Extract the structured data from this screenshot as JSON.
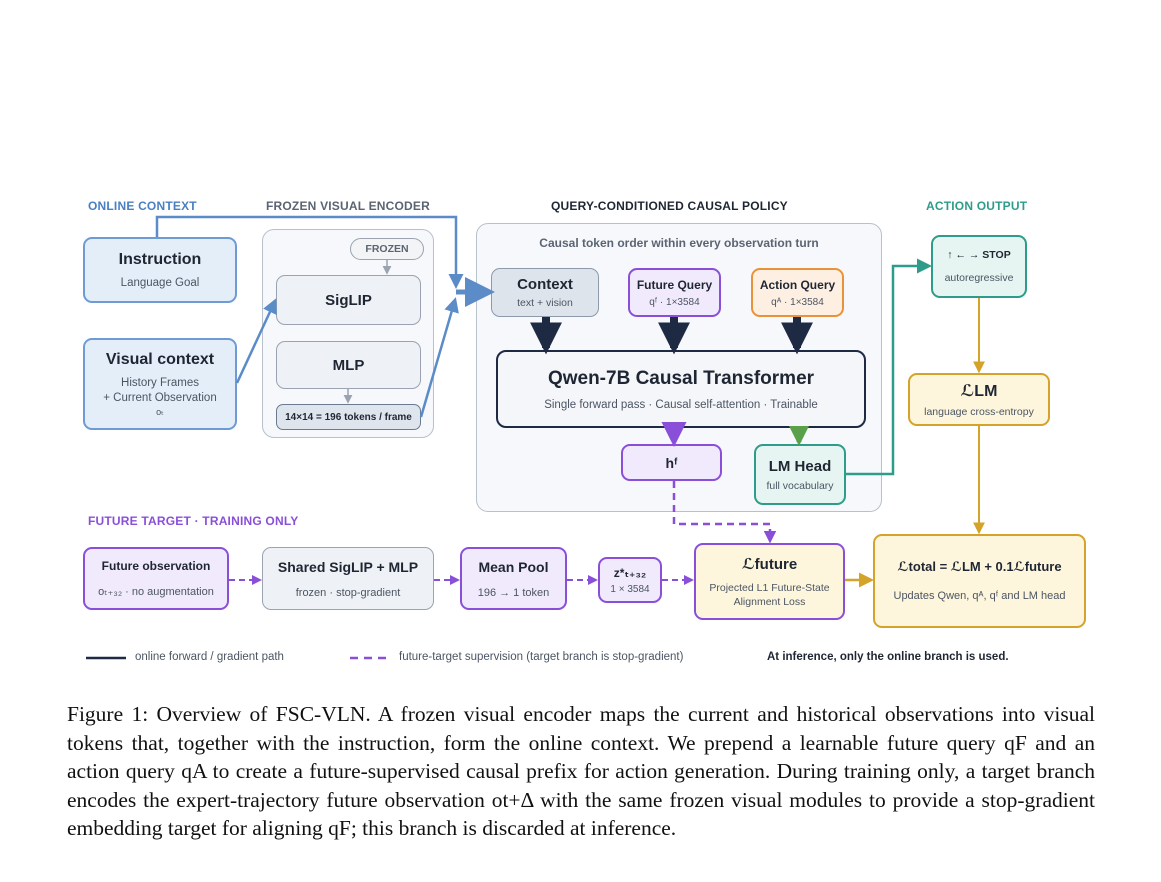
{
  "sections": {
    "online_context": "ONLINE CONTEXT",
    "frozen_encoder": "FROZEN VISUAL ENCODER",
    "policy": "QUERY-CONDITIONED CAUSAL POLICY",
    "action_output": "ACTION OUTPUT",
    "future_target": "FUTURE TARGET · TRAINING ONLY"
  },
  "nodes": {
    "instruction": {
      "title": "Instruction",
      "sub": "Language Goal"
    },
    "visual_context": {
      "title": "Visual context",
      "sub1": "History Frames",
      "sub2": "+ Current Observation",
      "sub3": "oₜ"
    },
    "frozen_badge": "FROZEN",
    "siglip": "SigLIP",
    "mlp": "MLP",
    "tokens": "14×14 = 196 tokens / frame",
    "policy_note": "Causal token order within every observation turn",
    "context": {
      "title": "Context",
      "sub": "text + vision"
    },
    "future_query": {
      "title": "Future Query",
      "sub": "qᶠ · 1×3584"
    },
    "action_query": {
      "title": "Action Query",
      "sub": "qᴬ · 1×3584"
    },
    "qwen": {
      "title": "Qwen-7B Causal Transformer",
      "sub": "Single forward pass · Causal self-attention · Trainable"
    },
    "hf": "hᶠ",
    "lm_head": {
      "title": "LM Head",
      "sub": "full vocabulary"
    },
    "action": {
      "title": "↑ ← → STOP",
      "sub": "autoregressive"
    },
    "llm_loss": {
      "title": "ℒLM",
      "sub": "language cross-entropy"
    },
    "future_obs": {
      "title": "Future observation",
      "sub": "oₜ₊₃₂ · no augmentation"
    },
    "shared_siglip": {
      "title": "Shared SigLIP + MLP",
      "sub": "frozen · stop-gradient"
    },
    "mean_pool": {
      "title": "Mean Pool",
      "sub": "196 → 1 token"
    },
    "zstar": {
      "title": "z*ₜ₊₃₂",
      "sub": "1 × 3584"
    },
    "lfuture": {
      "title": "ℒfuture",
      "sub": "Projected L1 Future-State Alignment Loss"
    },
    "ltotal": {
      "title": "ℒtotal = ℒLM + 0.1ℒfuture",
      "sub": "Updates Qwen, qᴬ, qᶠ and LM head"
    }
  },
  "legend": {
    "solid": "online forward / gradient path",
    "dashed": "future-target supervision (target branch is stop-gradient)",
    "note": "At inference, only the online branch is used."
  },
  "caption": "Figure 1: Overview of FSC-VLN. A frozen visual encoder maps the current and historical observations into visual tokens that, together with the instruction, form the online context. We prepend a learnable future query qF and an action query qA to create a future-supervised causal prefix for action generation. During training only, a target branch encodes the expert-trajectory future observation ot+Δ with the same frozen visual modules to provide a stop-gradient embedding target for aligning qF; this branch is discarded at inference.",
  "colors": {
    "blue": "#5b8cc8",
    "purple": "#8a4fd8",
    "gold": "#d4a32a",
    "teal": "#2e9c8a",
    "orange": "#e8923a",
    "navy": "#1e2a44"
  }
}
